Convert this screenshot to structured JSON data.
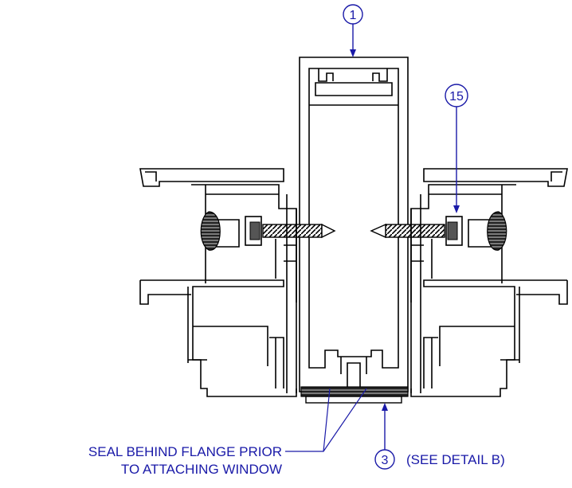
{
  "colors": {
    "outline": "#000000",
    "annotation": "#1a1aa8",
    "background": "#ffffff"
  },
  "callouts": {
    "mullion": "1",
    "fastener": "15",
    "insert": "3"
  },
  "notes": {
    "seal_line1": "SEAL BEHIND FLANGE PRIOR",
    "seal_line2": "TO ATTACHING WINDOW",
    "detail_ref": "(SEE DETAIL B)"
  }
}
